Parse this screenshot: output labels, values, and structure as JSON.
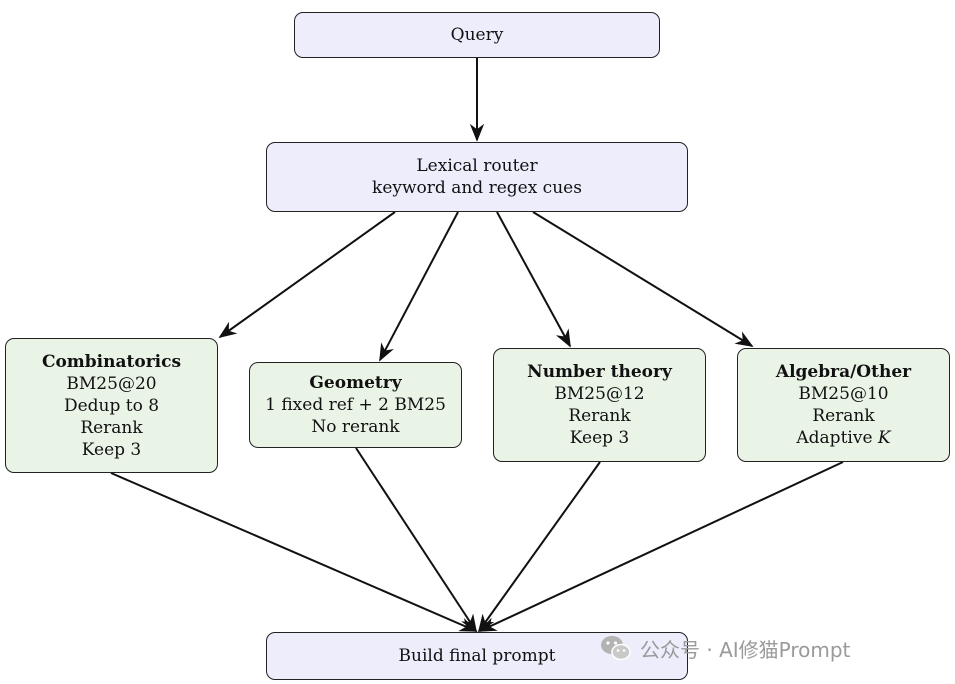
{
  "nodes": {
    "query": {
      "lines": [
        "Query"
      ]
    },
    "router": {
      "lines": [
        "Lexical router",
        "keyword and regex cues"
      ]
    },
    "combinatorics": {
      "title": "Combinatorics",
      "lines": [
        "BM25@20",
        "Dedup to 8",
        "Rerank",
        "Keep 3"
      ]
    },
    "geometry": {
      "title": "Geometry",
      "lines": [
        "1 fixed ref + 2 BM25",
        "No rerank"
      ]
    },
    "number_theory": {
      "title": "Number theory",
      "lines": [
        "BM25@12",
        "Rerank",
        "Keep 3"
      ]
    },
    "algebra_other": {
      "title": "Algebra/Other",
      "lines": [
        "BM25@10",
        "Rerank",
        "Adaptive "
      ],
      "line3_var": "K"
    },
    "final": {
      "lines": [
        "Build final prompt"
      ]
    }
  },
  "watermark": {
    "text": "公众号 · AI修猫Prompt",
    "icon": "wechat-icon"
  },
  "colors": {
    "terminal_fill": "#ededfb",
    "route_fill": "#e9f3e6",
    "stroke": "#111111"
  }
}
